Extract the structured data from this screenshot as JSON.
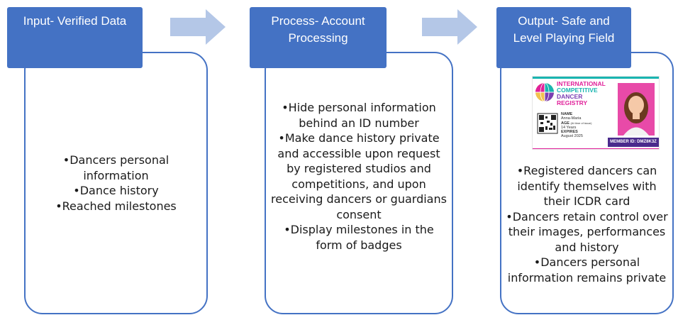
{
  "steps": [
    {
      "title_lines": [
        "Input- Verified Data"
      ],
      "bullets": [
        "•Dancers personal information",
        "•Dance history",
        "•Reached milestones"
      ]
    },
    {
      "title_lines": [
        "Process- Account",
        "Processing"
      ],
      "bullets": [
        "•Hide personal information behind an ID number",
        "•Make dance history private and accessible upon request by registered studios and competitions, and upon receiving dancers or guardians consent",
        "•Display milestones in the form of badges"
      ]
    },
    {
      "title_lines": [
        "Output- Safe and",
        "Level Playing Field"
      ],
      "bullets": [
        "•Registered dancers can identify themselves with their ICDR card",
        "•Dancers retain control over their images, performances and history",
        "•Dancers personal information remains private"
      ]
    }
  ],
  "card": {
    "org_lines": [
      "INTERNATIONAL",
      "COMPETITIVE",
      "DANCER",
      "REGISTRY"
    ],
    "name_label": "NAME",
    "name_value": "Anna-Maria",
    "age_label": "AGE",
    "age_note": "(At time of issue)",
    "age_value": "14 Years",
    "expires_label": "EXPIRES",
    "expires_value": "August 2025",
    "member_id": "MEMBER ID: DMZ8K3Z"
  },
  "colors": {
    "accent": "#4472c4",
    "arrow": "#b4c7e7",
    "card_stripe_pink": "#e0219a",
    "card_stripe_teal": "#19b5b0"
  }
}
